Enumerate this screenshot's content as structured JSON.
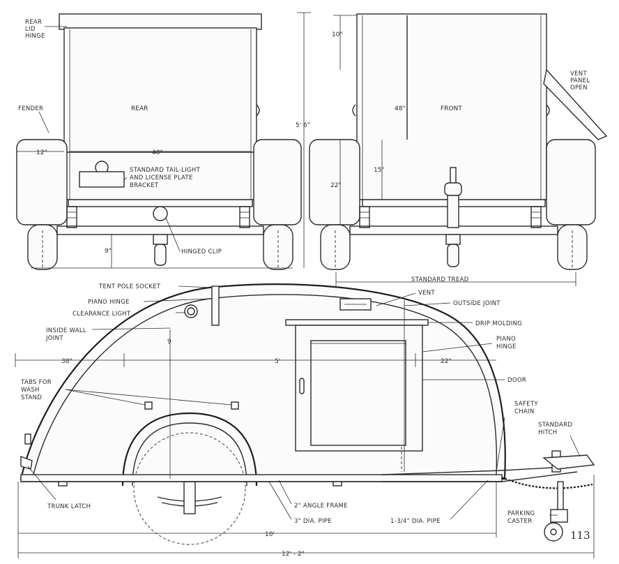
{
  "views": {
    "rear_title": "REAR",
    "front_title": "FRONT"
  },
  "labels": {
    "rear_lid_hinge": [
      "REAR",
      "LID",
      "HINGE"
    ],
    "fender": "FENDER",
    "tail_light": [
      "STANDARD TAIL-LIGHT",
      "AND LICENSE PLATE",
      "BRACKET"
    ],
    "hinged_clip": "HINGED CLIP",
    "vent_panel": [
      "VENT",
      "PANEL",
      "OPEN"
    ],
    "standard_tread": "STANDARD TREAD",
    "tent_pole_socket": "TENT POLE SOCKET",
    "piano_hinge_top": "PIANO HINGE",
    "clearance_light": "CLEARANCE LIGHT",
    "inside_wall_joint": [
      "INSIDE WALL",
      "JOINT"
    ],
    "tabs_wash_stand": [
      "TABS FOR",
      "WASH",
      "STAND"
    ],
    "trunk_latch": "TRUNK LATCH",
    "vent": "VENT",
    "outside_joint": "OUTSIDE JOINT",
    "drip_molding": "DRIP MOLDING",
    "piano_hinge_side": [
      "PIANO",
      "HINGE"
    ],
    "door": "DOOR",
    "safety_chain": [
      "SAFETY",
      "CHAIN"
    ],
    "standard_hitch": [
      "STANDARD",
      "HITCH"
    ],
    "parking_caster": [
      "PARKING",
      "CASTER"
    ],
    "angle_frame": "2\" ANGLE FRAME",
    "dia_pipe_3": "3\" DIA. PIPE",
    "dia_pipe_134": "1-3/4\" DIA. PIPE"
  },
  "dimensions": {
    "rear_fender_width": "12\"",
    "rear_width": "48\"",
    "rear_clearance": "9\"",
    "top_lid": "10\"",
    "overall_height": "5' 6\"",
    "front_height": "48\"",
    "front_lower": "15\"",
    "front_fender": "22\"",
    "side_rear": "38\"",
    "side_middle": "5'",
    "side_front": "22\"",
    "side_height_mark": "9",
    "body_length": "10'",
    "overall_length": "12' - 2\""
  },
  "page_number": "113"
}
